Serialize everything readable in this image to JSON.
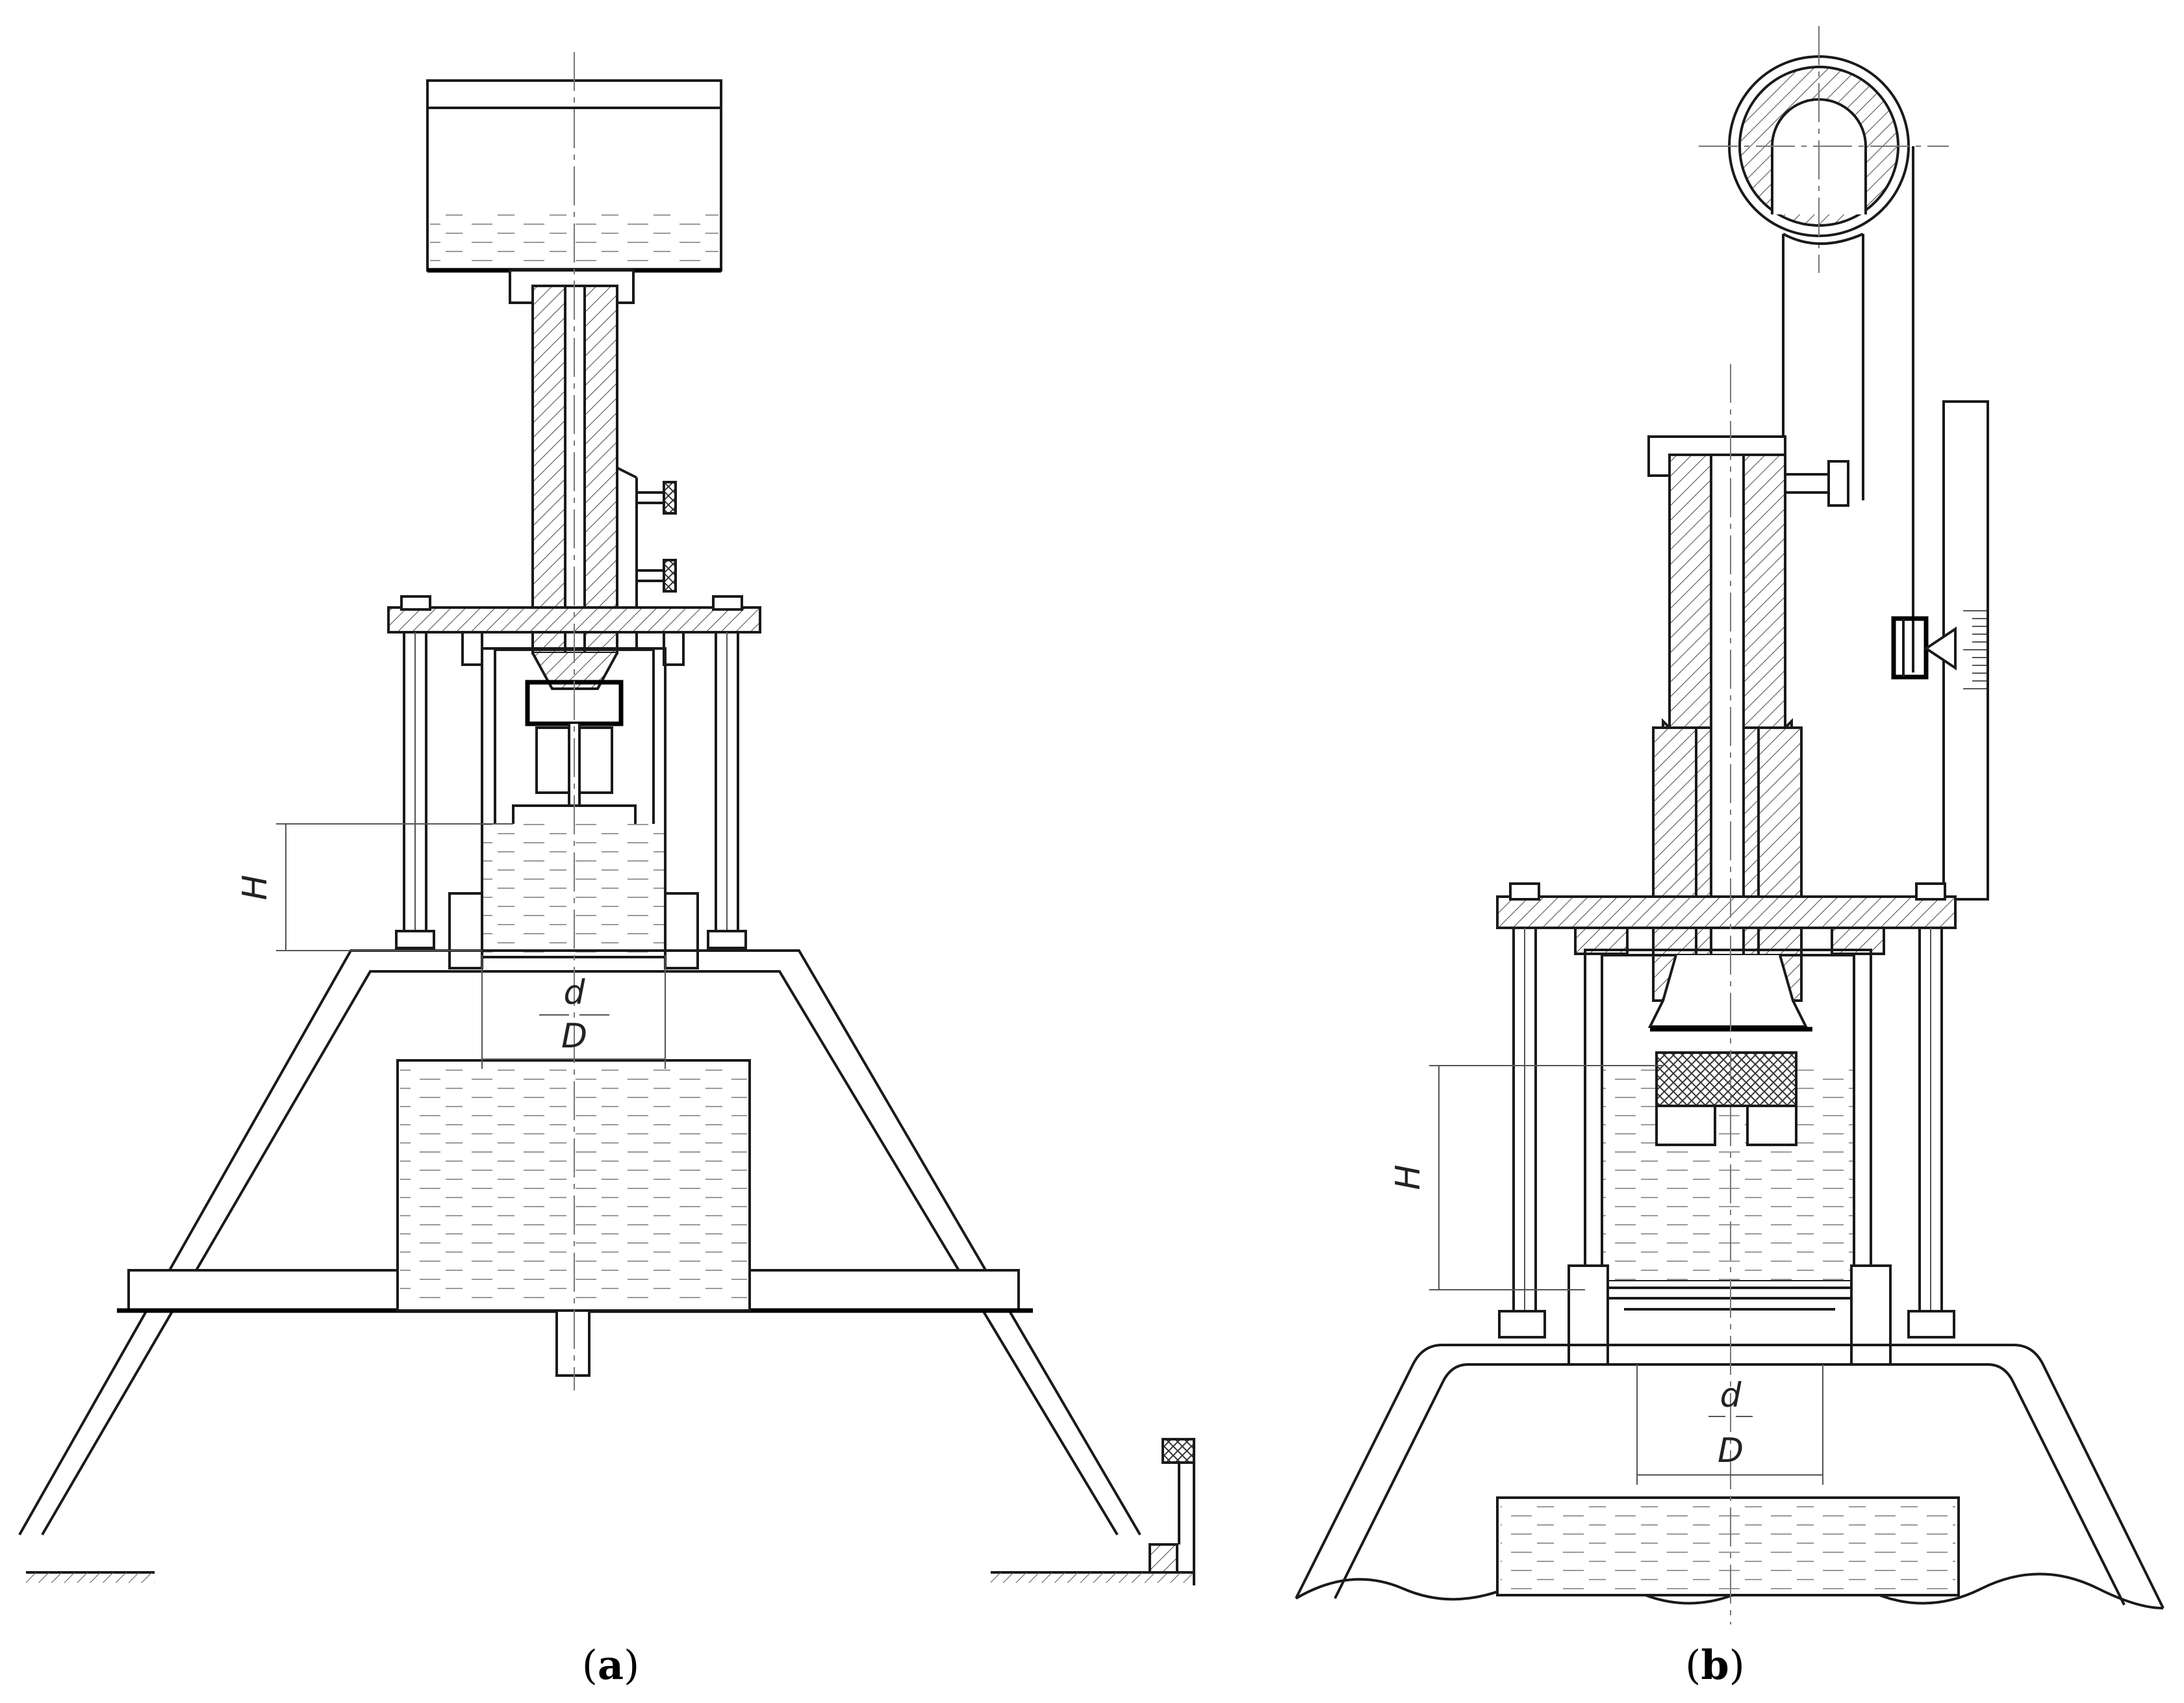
{
  "panels": {
    "a": {
      "caption_open": "(",
      "caption_letter": "a",
      "caption_close": ")",
      "labels": {
        "height": "H",
        "orifice_diameter": "d",
        "vessel_diameter": "D"
      }
    },
    "b": {
      "caption_open": "(",
      "caption_letter": "b",
      "caption_close": ")",
      "labels": {
        "height": "H",
        "orifice_diameter": "d",
        "vessel_diameter": "D"
      }
    }
  },
  "colors": {
    "line": "#1a1a1a",
    "hatch": "#444444",
    "water_dash": "#9a9a9a",
    "background": "#ffffff"
  }
}
